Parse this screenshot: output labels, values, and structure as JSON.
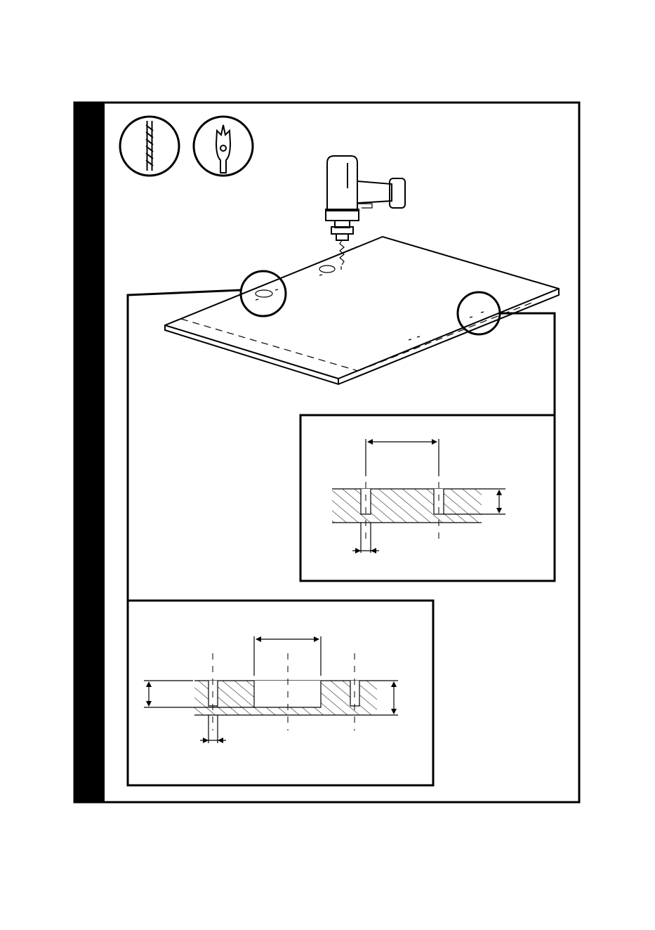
{
  "colors": {
    "ink": "#000000",
    "paper": "#ffffff"
  },
  "tools": [
    {
      "icon": "drill-bit-icon"
    },
    {
      "icon": "spade-bit-icon"
    }
  ],
  "scene": {
    "power_tool": "power-drill-icon",
    "workpiece": "panel-board"
  },
  "details": [
    {
      "name": "detail-dowel-holes"
    },
    {
      "name": "detail-hinge-cup-hole"
    }
  ]
}
